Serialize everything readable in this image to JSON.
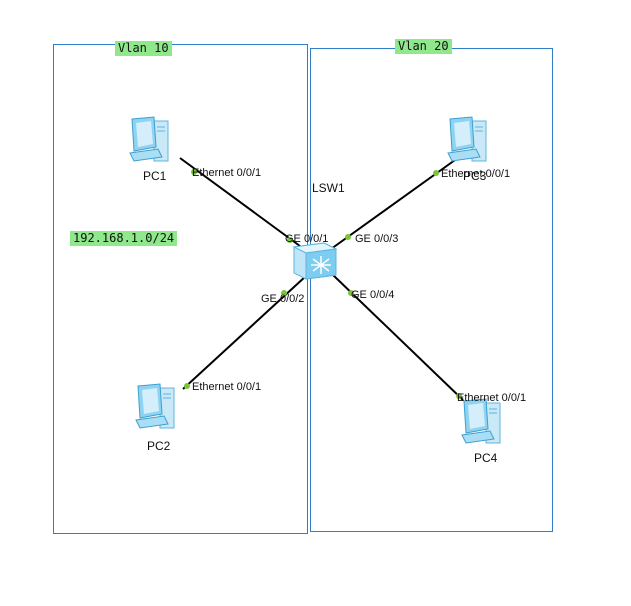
{
  "vlans": [
    {
      "id": "vlan10",
      "label": "Vlan 10"
    },
    {
      "id": "vlan20",
      "label": "Vlan 20"
    }
  ],
  "subnet_label": "192.168.1.0/24",
  "switch": {
    "name": "LSW1"
  },
  "pcs": [
    {
      "id": "pc1",
      "name": "PC1"
    },
    {
      "id": "pc2",
      "name": "PC2"
    },
    {
      "id": "pc3",
      "name": "PC3"
    },
    {
      "id": "pc4",
      "name": "PC4"
    }
  ],
  "links": [
    {
      "id": "link1",
      "pc_port": "Ethernet 0/0/1",
      "switch_port": "GE 0/0/1"
    },
    {
      "id": "link2",
      "pc_port": "Ethernet 0/0/1",
      "switch_port": "GE 0/0/2"
    },
    {
      "id": "link3",
      "pc_port": "Ethernet 0/0/1",
      "switch_port": "GE 0/0/3"
    },
    {
      "id": "link4",
      "pc_port": "Ethernet 0/0/1",
      "switch_port": "GE 0/0/4"
    }
  ],
  "colors": {
    "vlan_border": "#2f7fc8",
    "label_bg": "#8fe98c",
    "port_dot": "#7cc53a",
    "link": "#000000"
  }
}
